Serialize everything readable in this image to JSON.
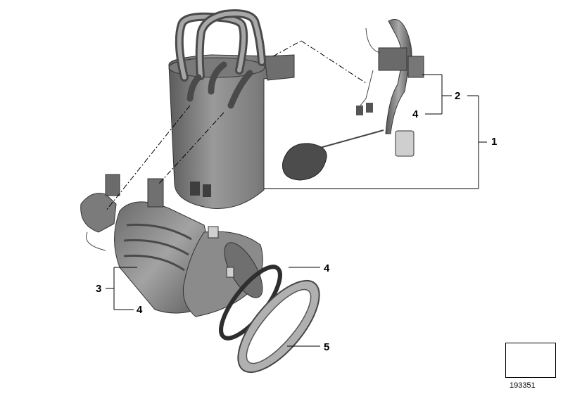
{
  "callouts": {
    "c1": "1",
    "c2": "2",
    "c4_top": "4",
    "c3": "3",
    "c4_left": "4",
    "c4_ring": "4",
    "c5": "5"
  },
  "reference": {
    "number": "193351",
    "icon": "orientation-arrow-icon"
  },
  "colors": {
    "part_body": "#8a8a8a",
    "part_dark": "#5a5a5a",
    "part_light": "#b9b9b9",
    "line": "#000000"
  }
}
